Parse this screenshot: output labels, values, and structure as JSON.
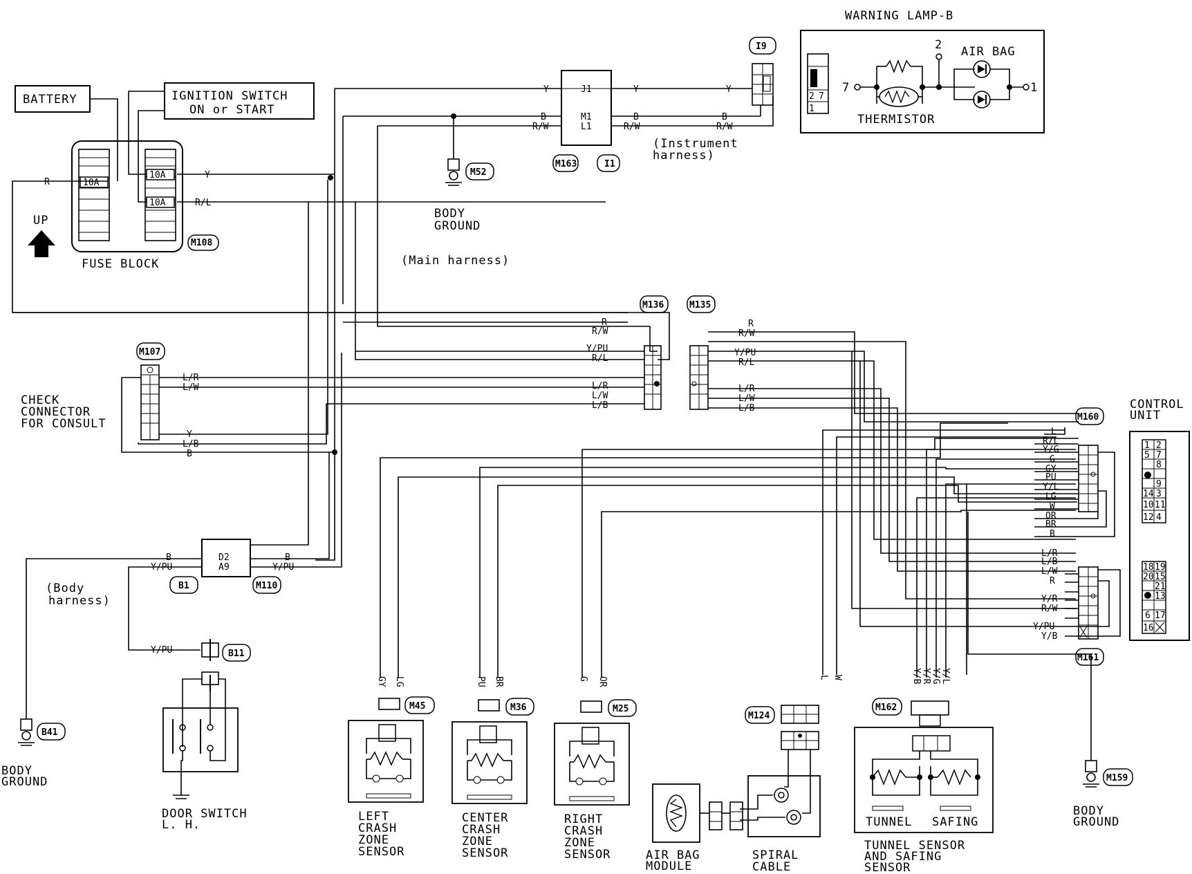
{
  "labels": {
    "battery": "BATTERY",
    "ignition_line1": "IGNITION SWITCH",
    "ignition_line2": "ON or START",
    "fuse_block": "FUSE BLOCK",
    "up": "UP",
    "fuse1": "10A",
    "fuse2": "10A",
    "fuse3": "10A",
    "body_ground_top_1": "BODY",
    "body_ground_top_2": "GROUND",
    "main_harness": "(Main harness)",
    "instrument_harness_1": "(Instrument",
    "instrument_harness_2": "harness)",
    "warning_lamp": "WARNING LAMP-B",
    "air_bag": "AIR BAG",
    "thermistor": "THERMISTOR",
    "term7": "7",
    "term2": "2",
    "term1": "1",
    "check_connector_1": "CHECK",
    "check_connector_2": "CONNECTOR",
    "check_connector_3": "FOR CONSULT",
    "control_unit_1": "CONTROL",
    "control_unit_2": "UNIT",
    "body_harness_1": "(Body",
    "body_harness_2": "harness)",
    "body_ground_left_1": "BODY",
    "body_ground_left_2": "GROUND",
    "door_switch_1": "DOOR SWITCH",
    "door_switch_2": "L. H.",
    "left_sensor": [
      "LEFT",
      "CRASH",
      "ZONE",
      "SENSOR"
    ],
    "center_sensor": [
      "CENTER",
      "CRASH",
      "ZONE",
      "SENSOR"
    ],
    "right_sensor": [
      "RIGHT",
      "CRASH",
      "ZONE",
      "SENSOR"
    ],
    "air_bag_module_1": "AIR BAG",
    "air_bag_module_2": "MODULE",
    "spiral_cable_1": "SPIRAL",
    "spiral_cable_2": "CABLE",
    "tunnel": "TUNNEL",
    "safing": "SAFING",
    "tunnel_sensor": [
      "TUNNEL SENSOR",
      "AND SAFING",
      "SENSOR"
    ],
    "body_ground_right_1": "BODY",
    "body_ground_right_2": "GROUND"
  },
  "connectors": {
    "m108": "M108",
    "m52": "M52",
    "m163": "M163",
    "i1": "I1",
    "i9": "I9",
    "m136": "M136",
    "m135": "M135",
    "m107": "M107",
    "m160": "M160",
    "m161": "M161",
    "b1": "B1",
    "m110": "M110",
    "b11": "B11",
    "b41": "B41",
    "m45": "M45",
    "m36": "M36",
    "m25": "M25",
    "m124": "M124",
    "m162": "M162",
    "m159": "M159",
    "j1": "J1",
    "m1": "M1",
    "l1": "L1",
    "d2": "D2",
    "a9": "A9"
  },
  "wires": {
    "r": "R",
    "y": "Y",
    "rl": "R/L",
    "b": "B",
    "rw": "R/W",
    "ypu": "Y/PU",
    "lr": "L/R",
    "lw": "L/W",
    "lb": "L/B",
    "gy": "GY",
    "lg": "LG",
    "pu": "PU",
    "br": "BR",
    "g": "G",
    "or": "OR",
    "l": "L",
    "w": "W",
    "yg": "Y/G",
    "yl": "Y/L",
    "yr": "Y/R",
    "yb": "Y/B"
  },
  "cu_pins_top": [
    "1",
    "2",
    "5",
    "7",
    "8",
    "9",
    "14",
    "3",
    "10",
    "11",
    "12",
    "4"
  ],
  "cu_pins_bottom": [
    "18",
    "19",
    "20",
    "15",
    "21",
    "13",
    "6",
    "17",
    "16"
  ]
}
